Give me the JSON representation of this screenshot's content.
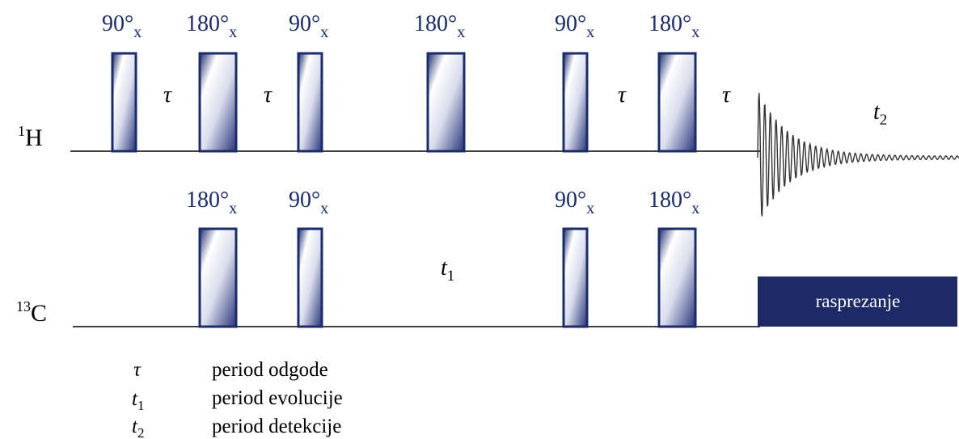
{
  "channels": {
    "h1": {
      "mass": "1",
      "symbol": "H"
    },
    "c13": {
      "mass": "13",
      "symbol": "C"
    }
  },
  "pulses": {
    "h1": [
      {
        "angle": "90°",
        "phase": "x"
      },
      {
        "angle": "180°",
        "phase": "x"
      },
      {
        "angle": "90°",
        "phase": "x"
      },
      {
        "angle": "180°",
        "phase": "x"
      },
      {
        "angle": "90°",
        "phase": "x"
      },
      {
        "angle": "180°",
        "phase": "x"
      }
    ],
    "c13": [
      {
        "angle": "180°",
        "phase": "x"
      },
      {
        "angle": "90°",
        "phase": "x"
      },
      {
        "angle": "90°",
        "phase": "x"
      },
      {
        "angle": "180°",
        "phase": "x"
      }
    ]
  },
  "delays": [
    "τ",
    "τ",
    "τ",
    "τ"
  ],
  "periods": {
    "t1": {
      "symbol": "t",
      "index": "1"
    },
    "t2": {
      "symbol": "t",
      "index": "2"
    }
  },
  "decoupling": "rasprezanje",
  "legend": [
    {
      "symbol": "τ",
      "index": "",
      "text": "period odgode"
    },
    {
      "symbol": "t",
      "index": "1",
      "text": "period evolucije"
    },
    {
      "symbol": "t",
      "index": "2",
      "text": "period detekcije"
    }
  ],
  "colors": {
    "pulse_dark": "#1c2c6b",
    "pulse_light": "#ffffff",
    "decoupling_fill": "#1c2a66",
    "baseline": "#000000"
  }
}
